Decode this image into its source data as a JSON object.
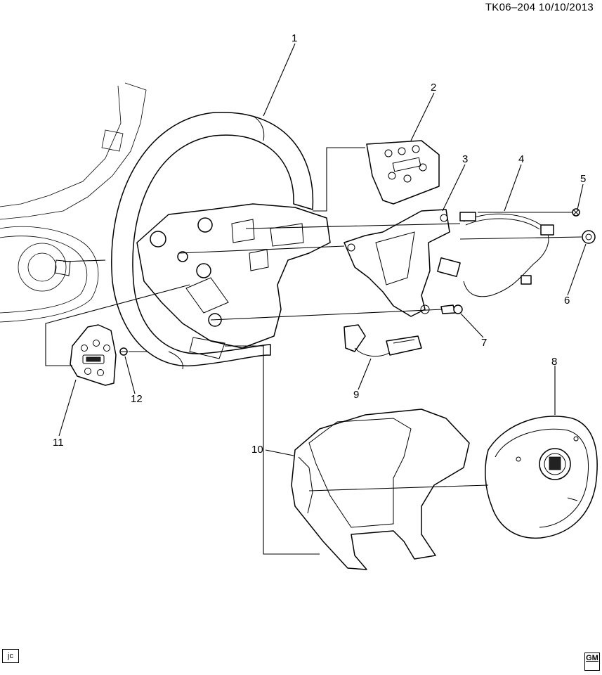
{
  "header": {
    "reference": "TK06–204  10/10/2013"
  },
  "callouts": [
    {
      "id": "1",
      "label": "1"
    },
    {
      "id": "2",
      "label": "2"
    },
    {
      "id": "3",
      "label": "3"
    },
    {
      "id": "4",
      "label": "4"
    },
    {
      "id": "5",
      "label": "5"
    },
    {
      "id": "6",
      "label": "6"
    },
    {
      "id": "7",
      "label": "7"
    },
    {
      "id": "8",
      "label": "8"
    },
    {
      "id": "9",
      "label": "9"
    },
    {
      "id": "10",
      "label": "10"
    },
    {
      "id": "11",
      "label": "11"
    },
    {
      "id": "12",
      "label": "12"
    }
  ],
  "footer": {
    "corner_code": "jc",
    "logo_text": "GM",
    "logo_icon": "gm-logo-icon"
  }
}
